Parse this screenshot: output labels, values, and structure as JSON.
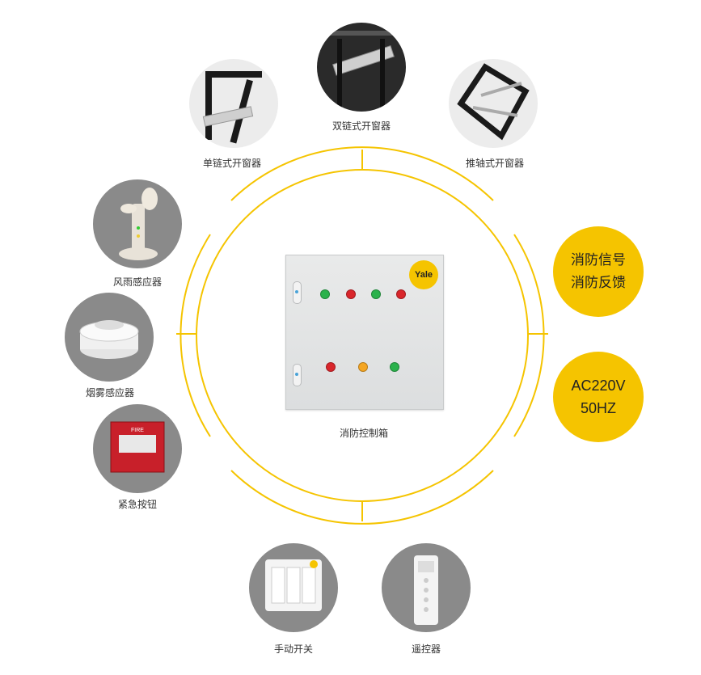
{
  "devices": [
    {
      "id": "single-chain-window-opener",
      "label": "单链式开窗器",
      "bg": "#eeeeee"
    },
    {
      "id": "double-chain-window-opener",
      "label": "双链式开窗器",
      "bg": "#2a2a2a"
    },
    {
      "id": "push-shaft-window-opener",
      "label": "推轴式开窗器",
      "bg": "#eeeeee"
    },
    {
      "id": "wind-rain-sensor",
      "label": "风雨感应器",
      "bg": "#8a8a8a"
    },
    {
      "id": "smoke-sensor",
      "label": "烟雾感应器",
      "bg": "#8a8a8a"
    },
    {
      "id": "emergency-button",
      "label": "紧急按钮",
      "bg": "#8a8a8a"
    },
    {
      "id": "manual-switch",
      "label": "手动开关",
      "bg": "#8a8a8a"
    },
    {
      "id": "remote-control",
      "label": "遥控器",
      "bg": "#8a8a8a"
    }
  ],
  "center": {
    "label": "消防控制箱",
    "logo": "Yale"
  },
  "badges": {
    "fire": {
      "line1": "消防信号",
      "line2": "消防反馈"
    },
    "power": {
      "line1": "AC220V",
      "line2": "50HZ"
    }
  },
  "device_marks": {
    "fire_alarm_text": "FIRE",
    "switch_logo": "Yale"
  },
  "colors": {
    "ring": "#f5c400",
    "badge": "#f5c400",
    "lamp_green": "#2bb24c",
    "lamp_red": "#d9262b",
    "lamp_yellow": "#f5a623"
  }
}
